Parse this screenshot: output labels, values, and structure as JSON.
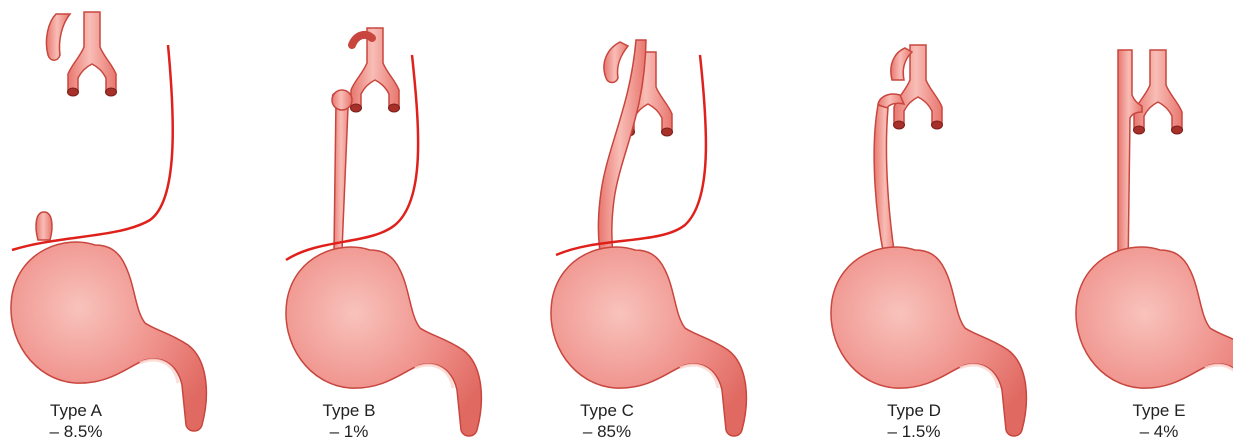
{
  "colors": {
    "organ_fill": "#f0938d",
    "organ_light": "#f8c3bc",
    "organ_dark": "#d9574f",
    "outline": "#b8332b",
    "diaphragm_line": "#e0201a",
    "caption_text": "#222222"
  },
  "panels": [
    {
      "type_label": "Type A",
      "percent_label": "– 8.5%"
    },
    {
      "type_label": "Type B",
      "percent_label": "– 1%"
    },
    {
      "type_label": "Type C",
      "percent_label": "– 85%"
    },
    {
      "type_label": "Type D",
      "percent_label": "– 1.5%"
    },
    {
      "type_label": "Type E",
      "percent_label": "– 4%"
    }
  ]
}
